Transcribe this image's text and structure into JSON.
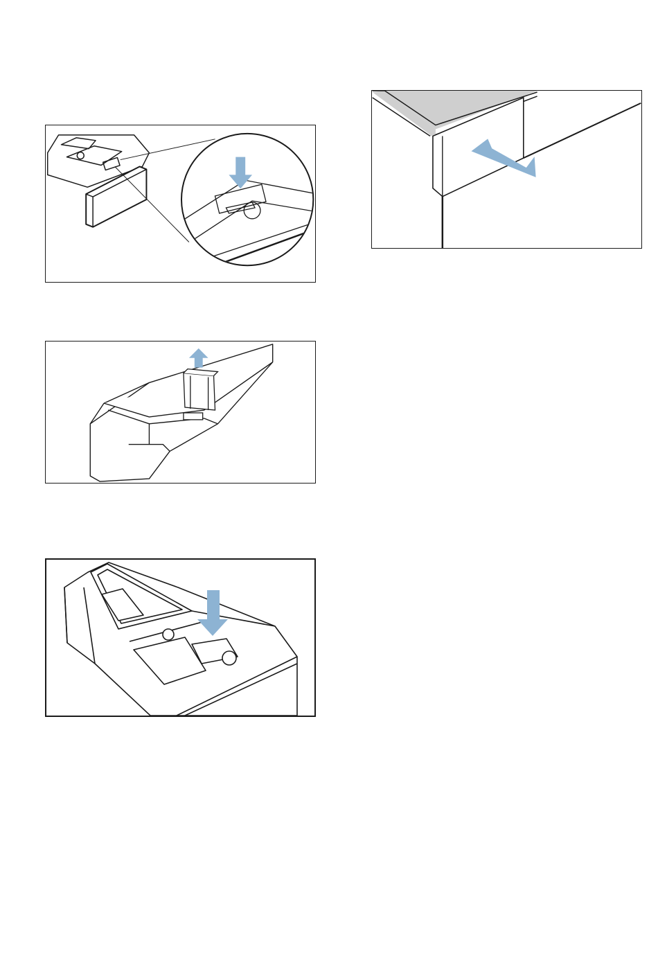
{
  "document": {
    "figures": [
      {
        "id": "fig1",
        "depicts": "drawer-with-magnified-siphon-insert",
        "arrow": "press-down"
      },
      {
        "id": "fig2",
        "depicts": "siphon-insert-removal",
        "arrow": "pull-up"
      },
      {
        "id": "fig3",
        "depicts": "siphon-insert-refit",
        "arrow": "press-down"
      },
      {
        "id": "fig4",
        "depicts": "drawer-closing",
        "arrow": "push-in"
      }
    ],
    "colors": {
      "line": "#1a1a1a",
      "arrow": "#8db3d3",
      "frame_gray": "#cfcfcf",
      "background": "#ffffff"
    }
  }
}
